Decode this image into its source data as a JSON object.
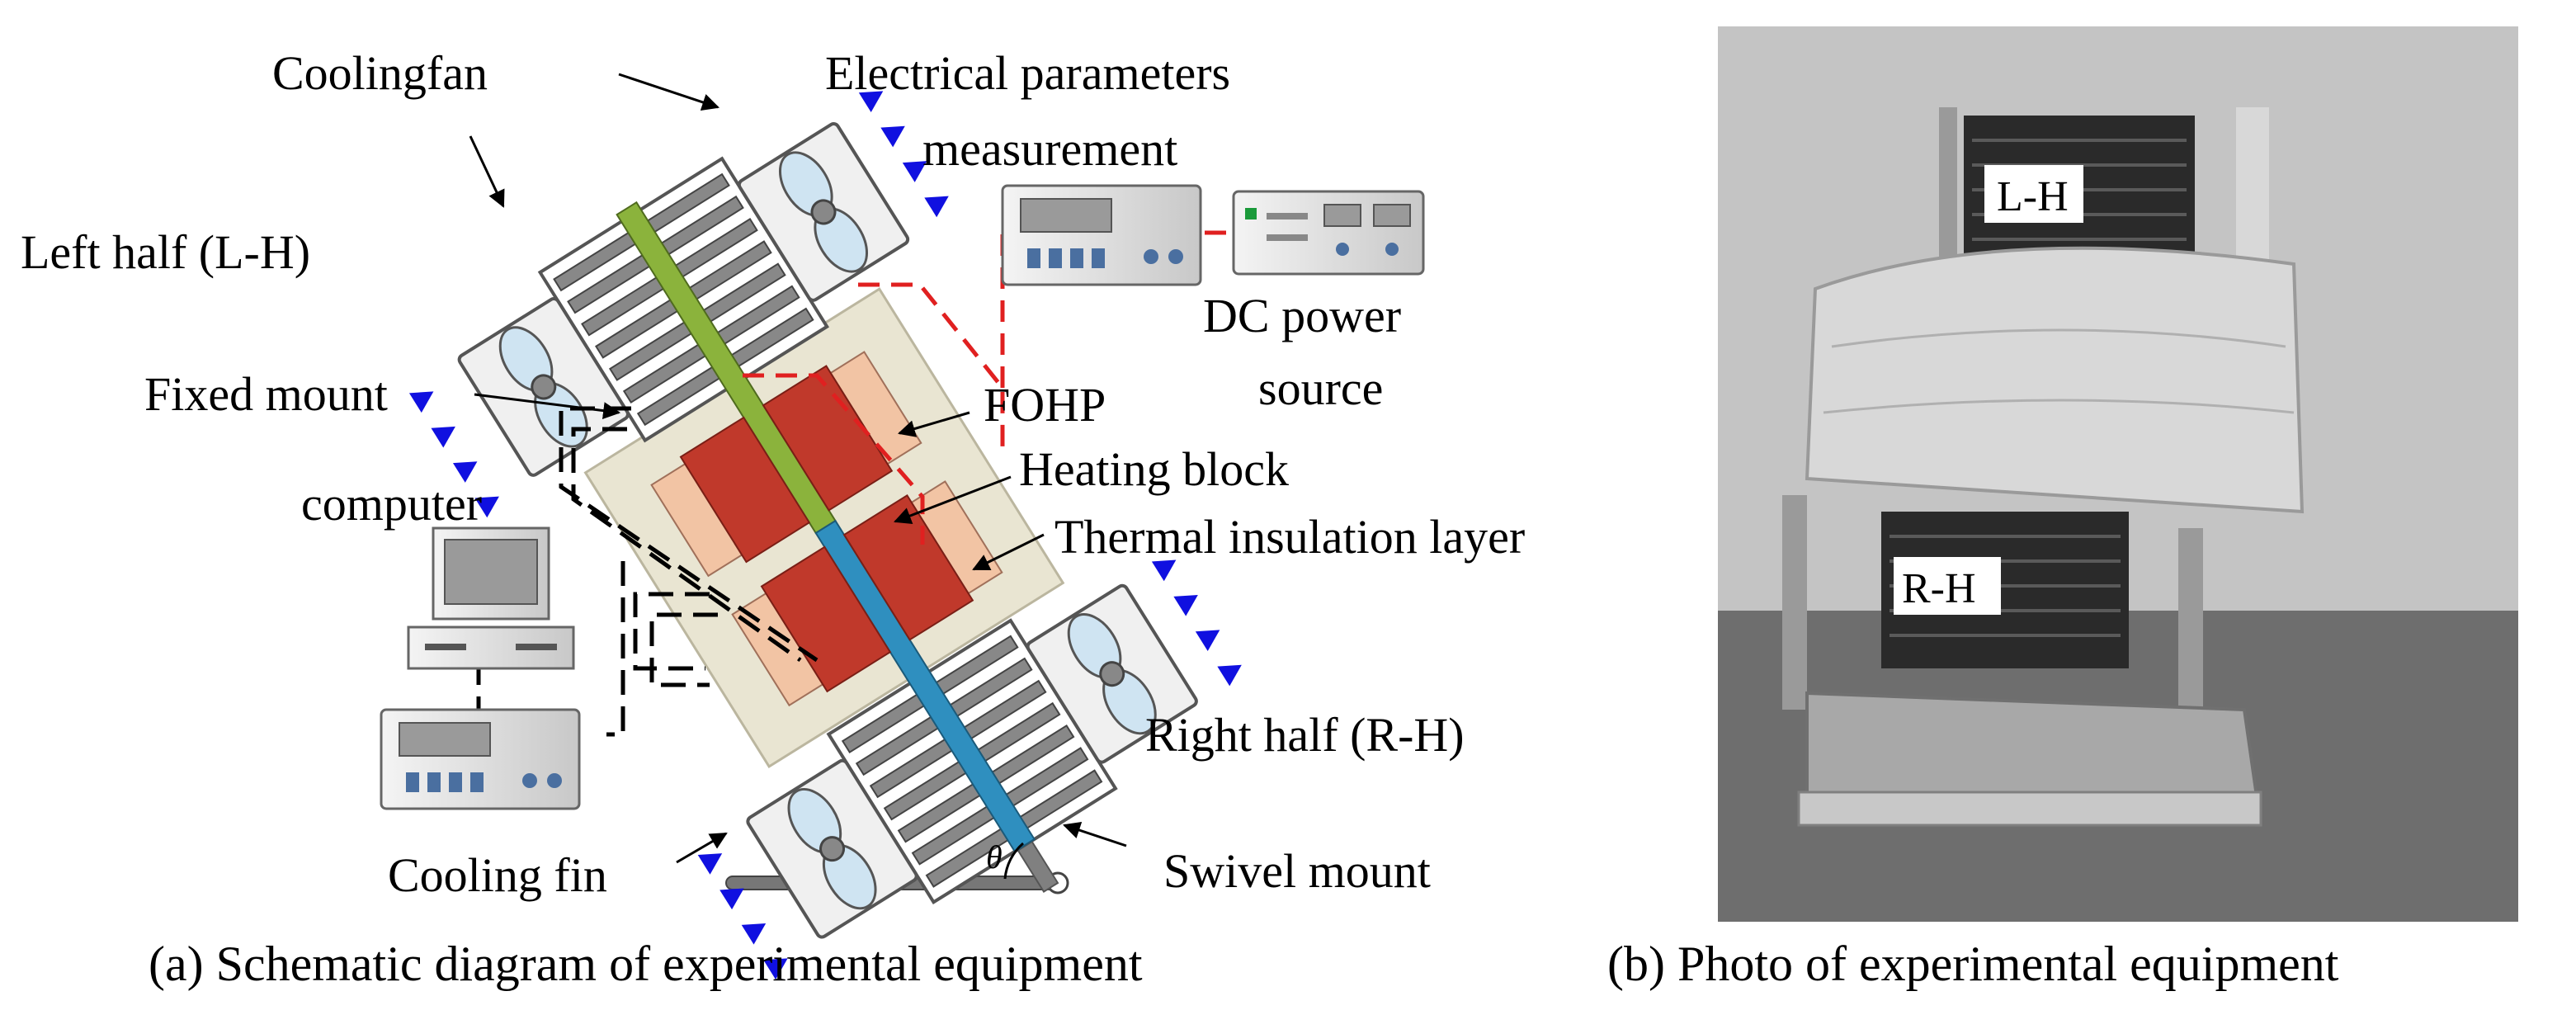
{
  "labels": {
    "cooling_fan": "Coolingfan",
    "electrical_line1": "Electrical parameters",
    "electrical_line2": "measurement",
    "left_half": "Left half (L-H)",
    "dc_line1": "DC power",
    "dc_line2": "source",
    "fixed_mount": "Fixed mount",
    "fohp": "FOHP",
    "heating_block": "Heating block",
    "computer": "computer",
    "thermal_insulation": "Thermal insulation layer",
    "right_half": "Right half (R-H)",
    "cooling_fin": "Cooling fin",
    "swivel_mount": "Swivel mount",
    "theta": "θ"
  },
  "captions": {
    "a": "(a) Schematic diagram of experimental equipment",
    "b": "(b) Photo of experimental equipment"
  },
  "photo_labels": {
    "lh": "L-H",
    "rh": "R-H"
  },
  "colors": {
    "heat_pipe_upper": "#8bb33c",
    "heat_pipe_lower": "#2f8fbf",
    "heating_block": "#c0392b",
    "fixed_mount": "#f2c4a4",
    "insulation": "#e8e4d0",
    "wire_red": "#e02020",
    "flow_arrow": "#1010e0",
    "photo_background": "#bdbdbd"
  }
}
